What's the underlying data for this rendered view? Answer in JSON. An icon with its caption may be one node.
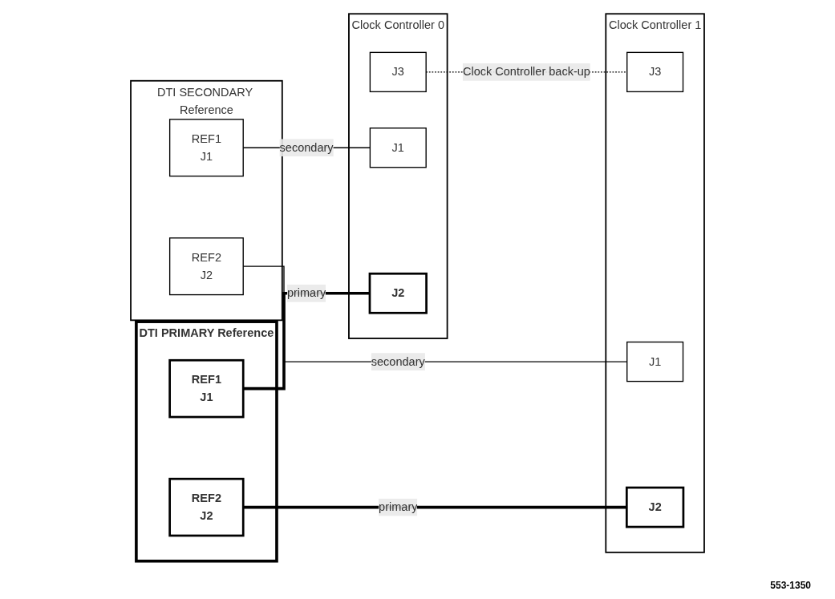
{
  "diagram": {
    "nodes": [
      {
        "text": [
          "DTI PRIMARY Reference"
        ]
      },
      {
        "text": [
          "REF1",
          "J1"
        ],
        "in": 0
      },
      {
        "text": [
          "REF2",
          "J2"
        ],
        "in": 0
      },
      {
        "text": [
          "DTI SECONDARY Reference"
        ]
      },
      {
        "text": [
          "REF1",
          "J1"
        ],
        "in": 3
      },
      {
        "text": [
          "REF2",
          "J2"
        ],
        "in": 3
      },
      {
        "text": [
          "Clock Controller 0"
        ]
      },
      {
        "text": [
          "J2"
        ],
        "in": 6
      },
      {
        "text": [
          "J1"
        ],
        "in": 6
      },
      {
        "text": [
          "J3"
        ],
        "in": 6
      },
      {
        "text": [
          "Clock Controller 1"
        ]
      },
      {
        "text": [
          "J2"
        ],
        "in": 10
      },
      {
        "text": [
          "J1"
        ],
        "in": 10
      },
      {
        "text": [
          "J3"
        ],
        "in": 10
      }
    ],
    "edges": [
      {
        "from": 1,
        "to": 7,
        "arrow": "none",
        "label": "primary",
        "style": "thick"
      },
      {
        "from": 4,
        "to": 8,
        "arrow": "none",
        "label": "secondary"
      },
      {
        "from": 2,
        "to": 11,
        "arrow": "none",
        "label": "primary",
        "style": "thick"
      },
      {
        "from": 5,
        "to": 12,
        "arrow": "none",
        "label": "secondary"
      },
      {
        "from": 9,
        "to": 13,
        "arrow": "none",
        "label": "Clock Controller back-up",
        "style": "dashed"
      }
    ],
    "labels": [
      "553-1350"
    ]
  }
}
